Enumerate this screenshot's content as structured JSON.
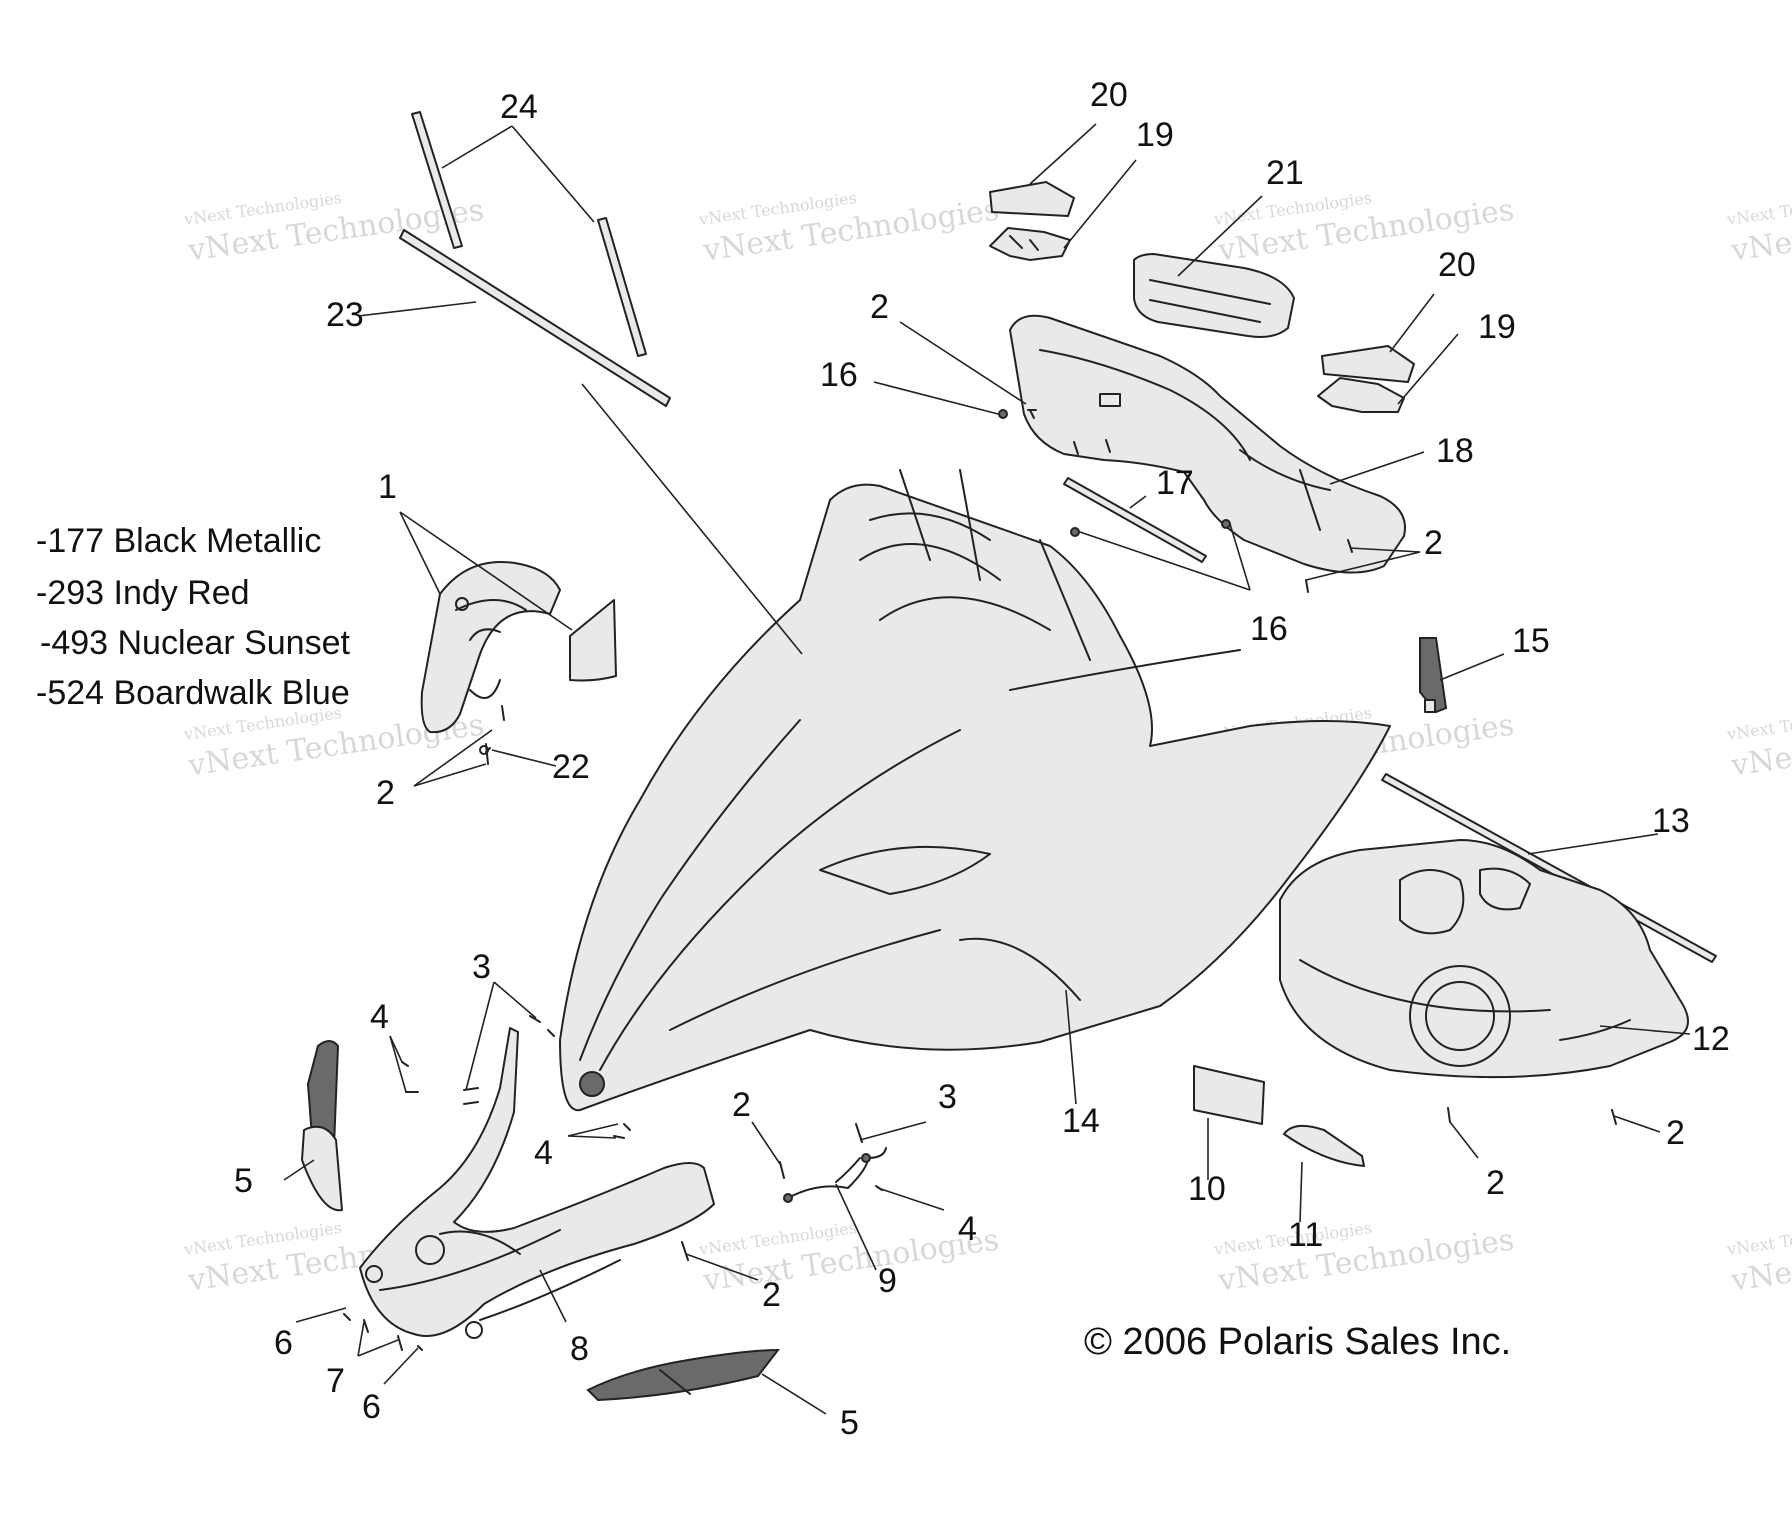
{
  "colors": {
    "line": "#222222",
    "text": "#111111",
    "watermark": "#b8b8b8",
    "background": "#ffffff"
  },
  "legend": [
    "-177 Black Metallic",
    "-293 Indy Red",
    "-493 Nuclear Sunset",
    "-524 Boardwalk Blue"
  ],
  "copyright": "© 2006 Polaris Sales Inc.",
  "watermark": {
    "line1": "vNext Technologies",
    "line2": "vNext Technologies"
  },
  "callouts": {
    "c24": "24",
    "c23": "23",
    "c20a": "20",
    "c19a": "19",
    "c21": "21",
    "c20b": "20",
    "c19b": "19",
    "c2a": "2",
    "c16a": "16",
    "c18": "18",
    "c17": "17",
    "c2b": "2",
    "c16b": "16",
    "c15": "15",
    "c1": "1",
    "c2c": "2",
    "c22": "22",
    "c13": "13",
    "c12": "12",
    "c14": "14",
    "c3a": "3",
    "c4a": "4",
    "c5a": "5",
    "c4b": "4",
    "c2d": "2",
    "c3b": "3",
    "c4c": "4",
    "c9": "9",
    "c2e": "2",
    "c10": "10",
    "c11": "11",
    "c2f": "2",
    "c2g": "2",
    "c8": "8",
    "c6a": "6",
    "c7": "7",
    "c6b": "6",
    "c5b": "5"
  }
}
